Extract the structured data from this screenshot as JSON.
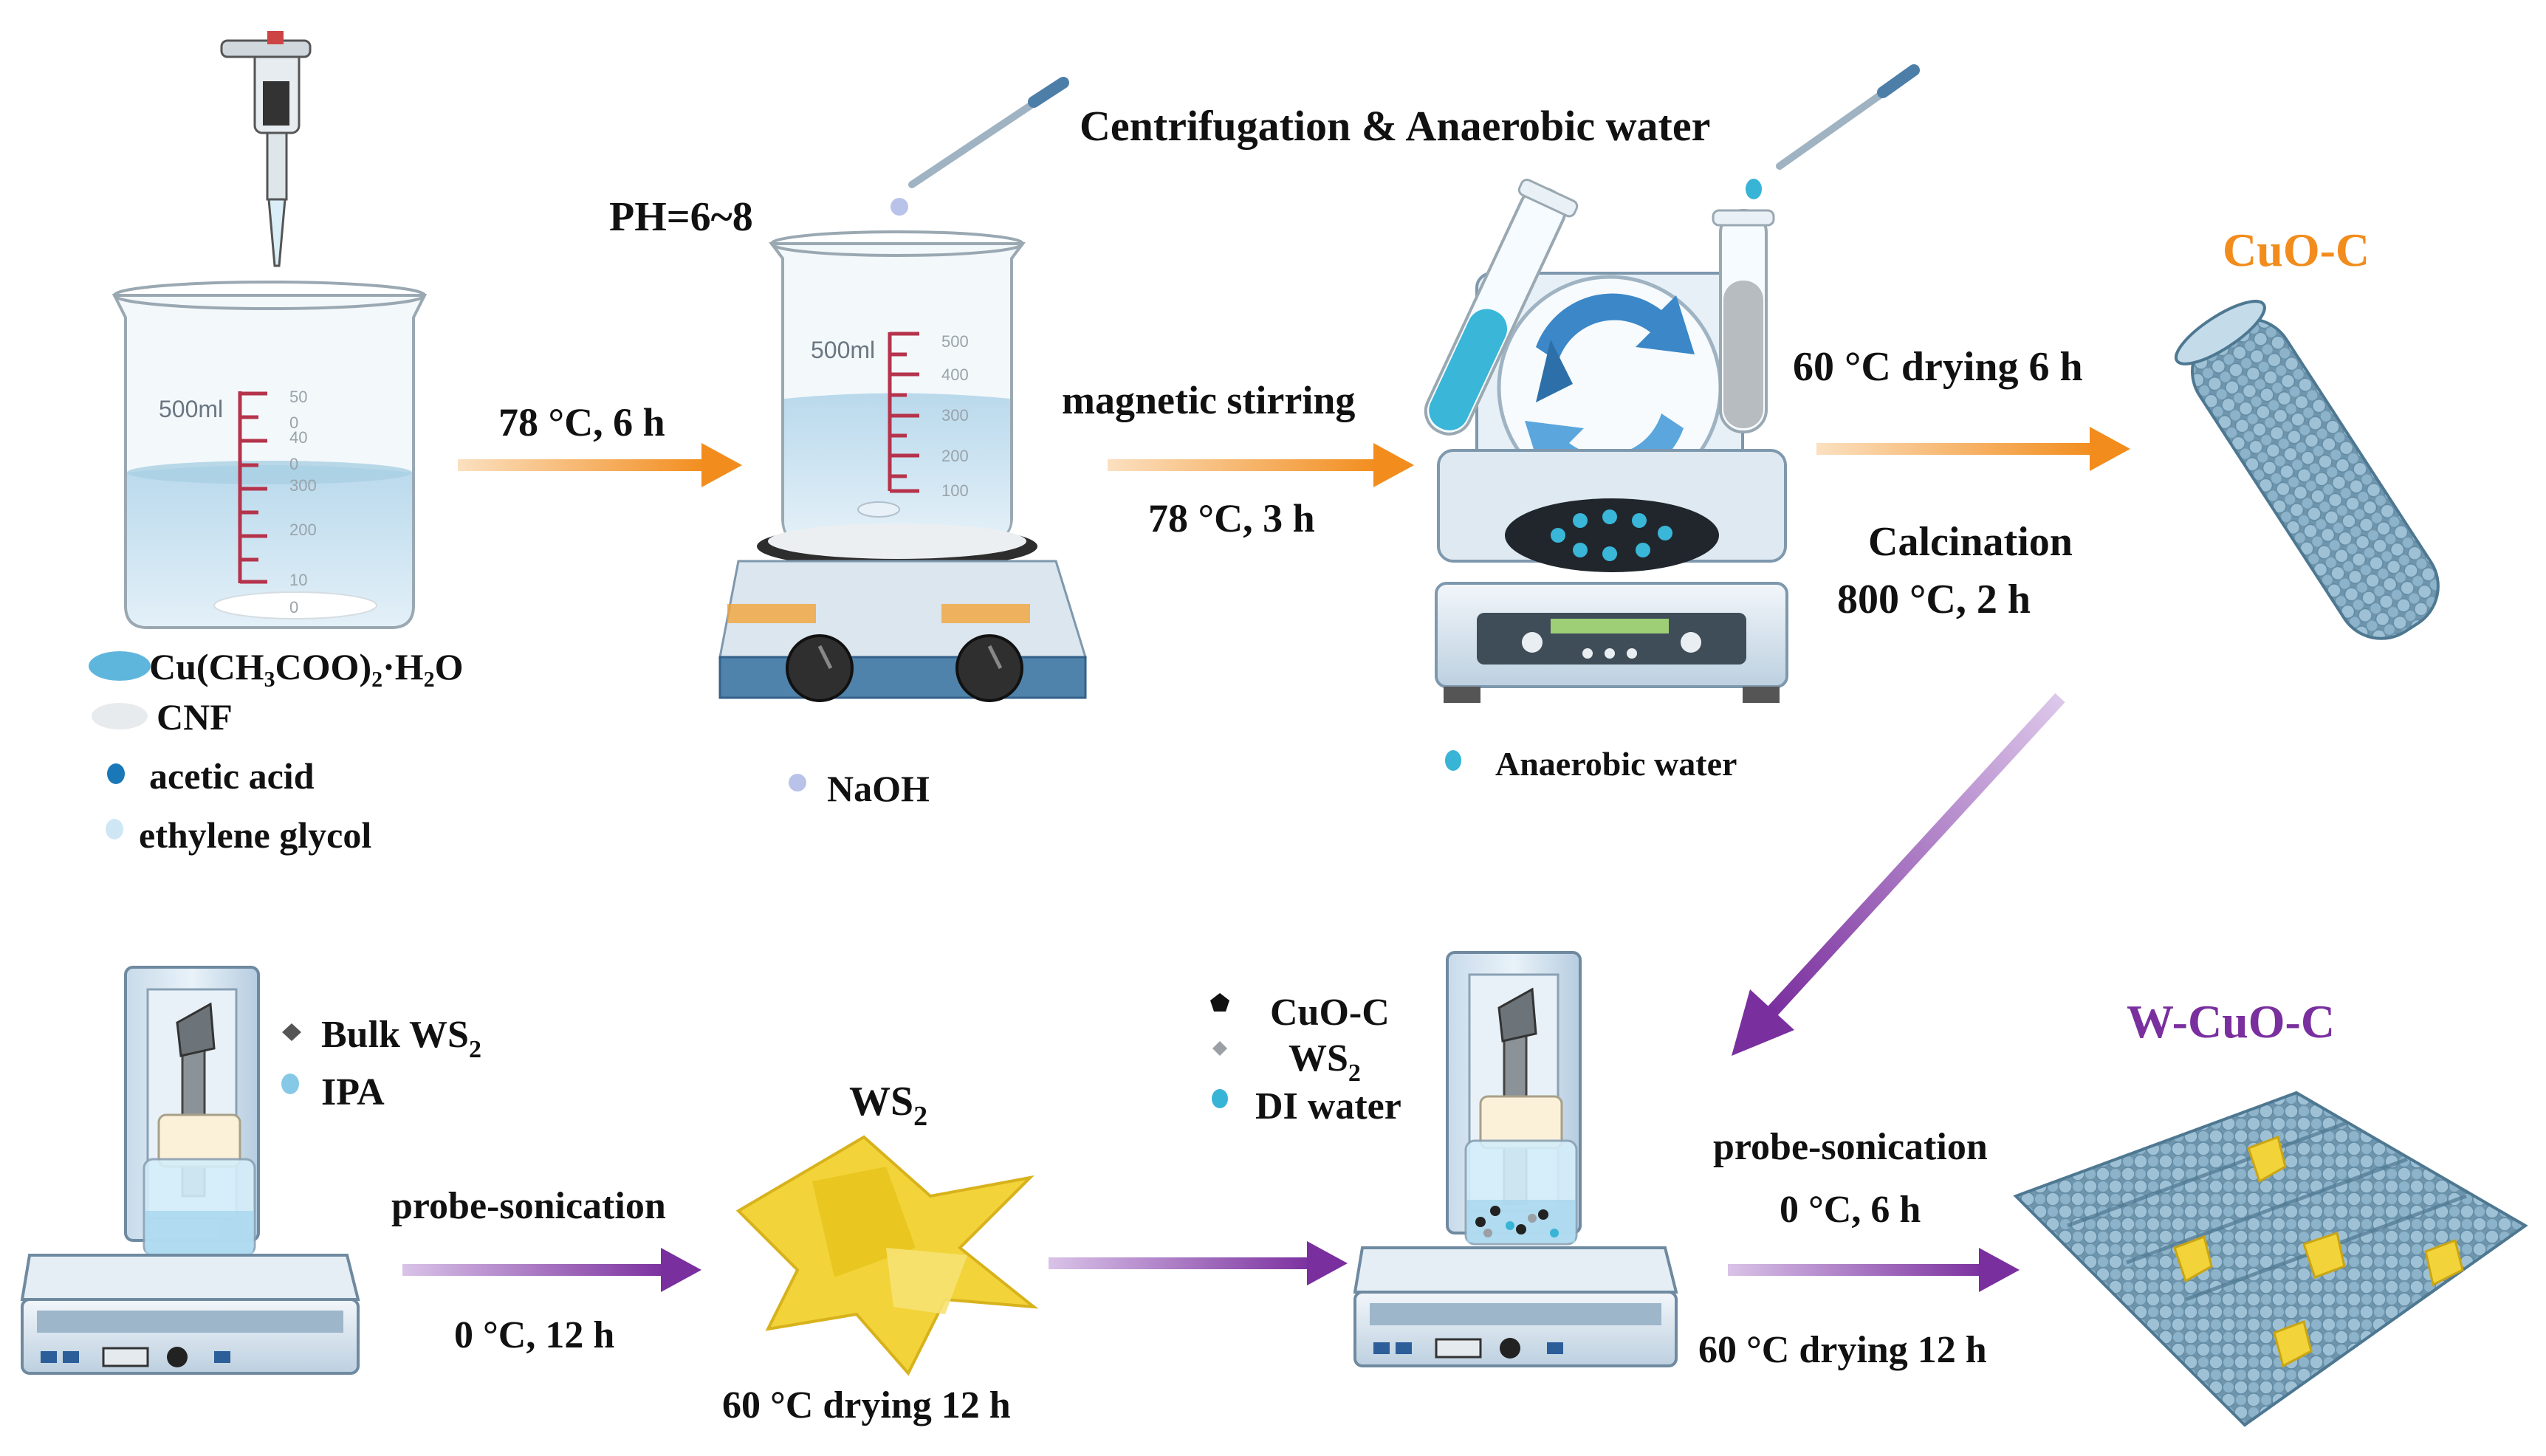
{
  "legend_top": {
    "cu_acetate": "Cu(CH₃COO)₂·H₂O",
    "cnf": "CNF",
    "acetic_acid": "acetic acid",
    "ethylene_glycol": "ethylene glycol"
  },
  "beaker1": {
    "volume_label": "500ml",
    "ticks": [
      "50",
      "0",
      "40",
      "0",
      "300",
      "200",
      "10",
      "0"
    ]
  },
  "beaker2": {
    "volume_label": "500ml",
    "ticks": [
      "500",
      "400",
      "300",
      "200",
      "100"
    ]
  },
  "step1": {
    "ph": "PH=6~8",
    "arrow_label": "78 °C, 6 h",
    "reagent": "NaOH"
  },
  "step2": {
    "arrow_top": "magnetic stirring",
    "arrow_bottom": "78 °C, 3 h"
  },
  "step3": {
    "title": "Centrifugation & Anaerobic water",
    "reagent": "Anaerobic water"
  },
  "step4": {
    "drying": "60 °C drying 6 h",
    "calcination": "Calcination",
    "conditions": "800  °C,  2 h"
  },
  "product1": {
    "name": "CuO-C"
  },
  "bottom_left": {
    "legend_bulk": "Bulk WS",
    "legend_bulk_sub": "2",
    "legend_ipa": "IPA",
    "arrow_top": "probe-sonication",
    "arrow_bottom": "0 °C, 12 h"
  },
  "ws2": {
    "name": "WS",
    "sub": "2",
    "drying": "60 °C drying  12 h"
  },
  "bottom_mid": {
    "legend_cuoc": "CuO-C",
    "legend_ws2": "WS",
    "legend_ws2_sub": "2",
    "legend_di": "DI water"
  },
  "final": {
    "arrow_top": "probe-sonication",
    "arrow_mid": "0 °C, 6 h",
    "drying": "60 °C drying  12 h",
    "name": "W-CuO-C"
  },
  "colors": {
    "orange_arrow": "#f28c1c",
    "purple_arrow": "#7a2f9e",
    "product_orange": "#f28c1c",
    "product_purple": "#7a2f9e"
  }
}
